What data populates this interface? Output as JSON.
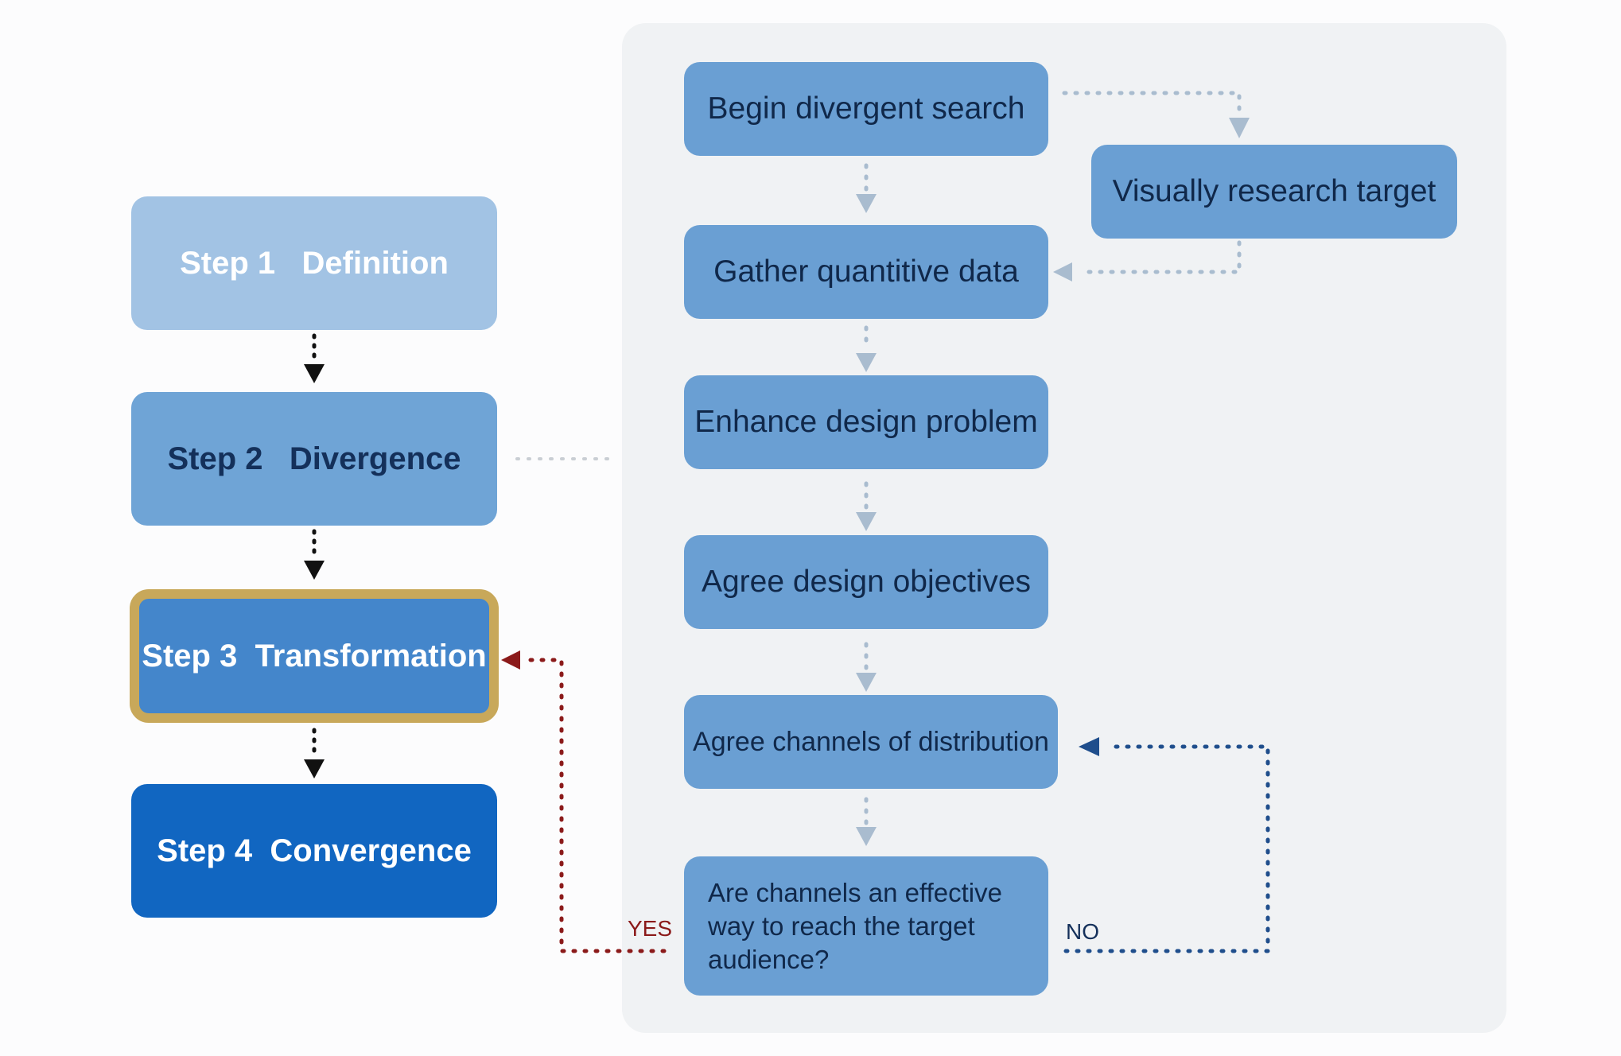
{
  "steps": {
    "step1": {
      "number": "Step 1",
      "name": "Definition"
    },
    "step2": {
      "number": "Step 2",
      "name": "Divergence"
    },
    "step3": {
      "number": "Step 3",
      "name": "Transformation"
    },
    "step4": {
      "number": "Step 4",
      "name": "Convergence"
    }
  },
  "process": {
    "begin": "Begin divergent search",
    "visual": "Visually research target",
    "gather": "Gather quantitive data",
    "enhance": "Enhance design problem",
    "agree": "Agree design objectives",
    "channels": "Agree channels of distribution",
    "question": "Are channels an effective way to reach the target audience?"
  },
  "decision": {
    "yes": "YES",
    "no": "NO"
  },
  "colors": {
    "step1": "#a2c3e4",
    "step2": "#6fa4d6",
    "step3": "#4486cb",
    "step4": "#1166c1",
    "highlight_border": "#c8a85a",
    "process_box": "#6a9fd3",
    "yes_arrow": "#8b1a1a",
    "no_arrow": "#1f4e8c"
  }
}
